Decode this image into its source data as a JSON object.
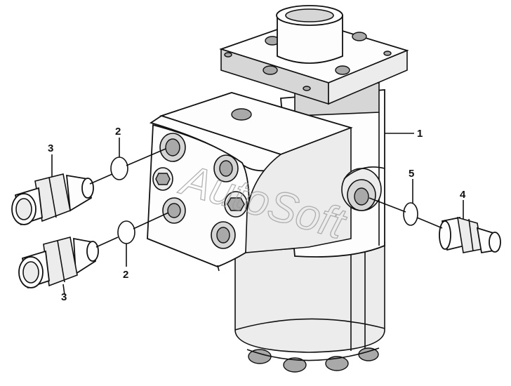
{
  "diagram": {
    "watermark": "AutoSoft",
    "callouts": [
      {
        "id": "c1",
        "label": "1"
      },
      {
        "id": "c2a",
        "label": "2"
      },
      {
        "id": "c2b",
        "label": "2"
      },
      {
        "id": "c3a",
        "label": "3"
      },
      {
        "id": "c3b",
        "label": "3"
      },
      {
        "id": "c4",
        "label": "4"
      },
      {
        "id": "c5",
        "label": "5"
      }
    ]
  }
}
